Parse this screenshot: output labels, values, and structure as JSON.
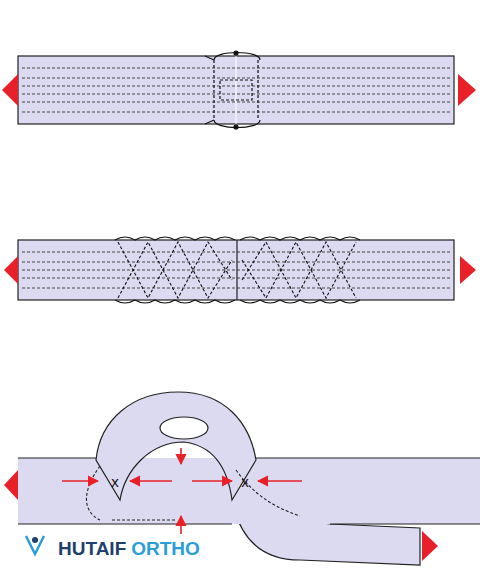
{
  "diagram": {
    "labels": [
      "x",
      "x",
      "HUTAIF",
      "ORTHO"
    ]
  }
}
